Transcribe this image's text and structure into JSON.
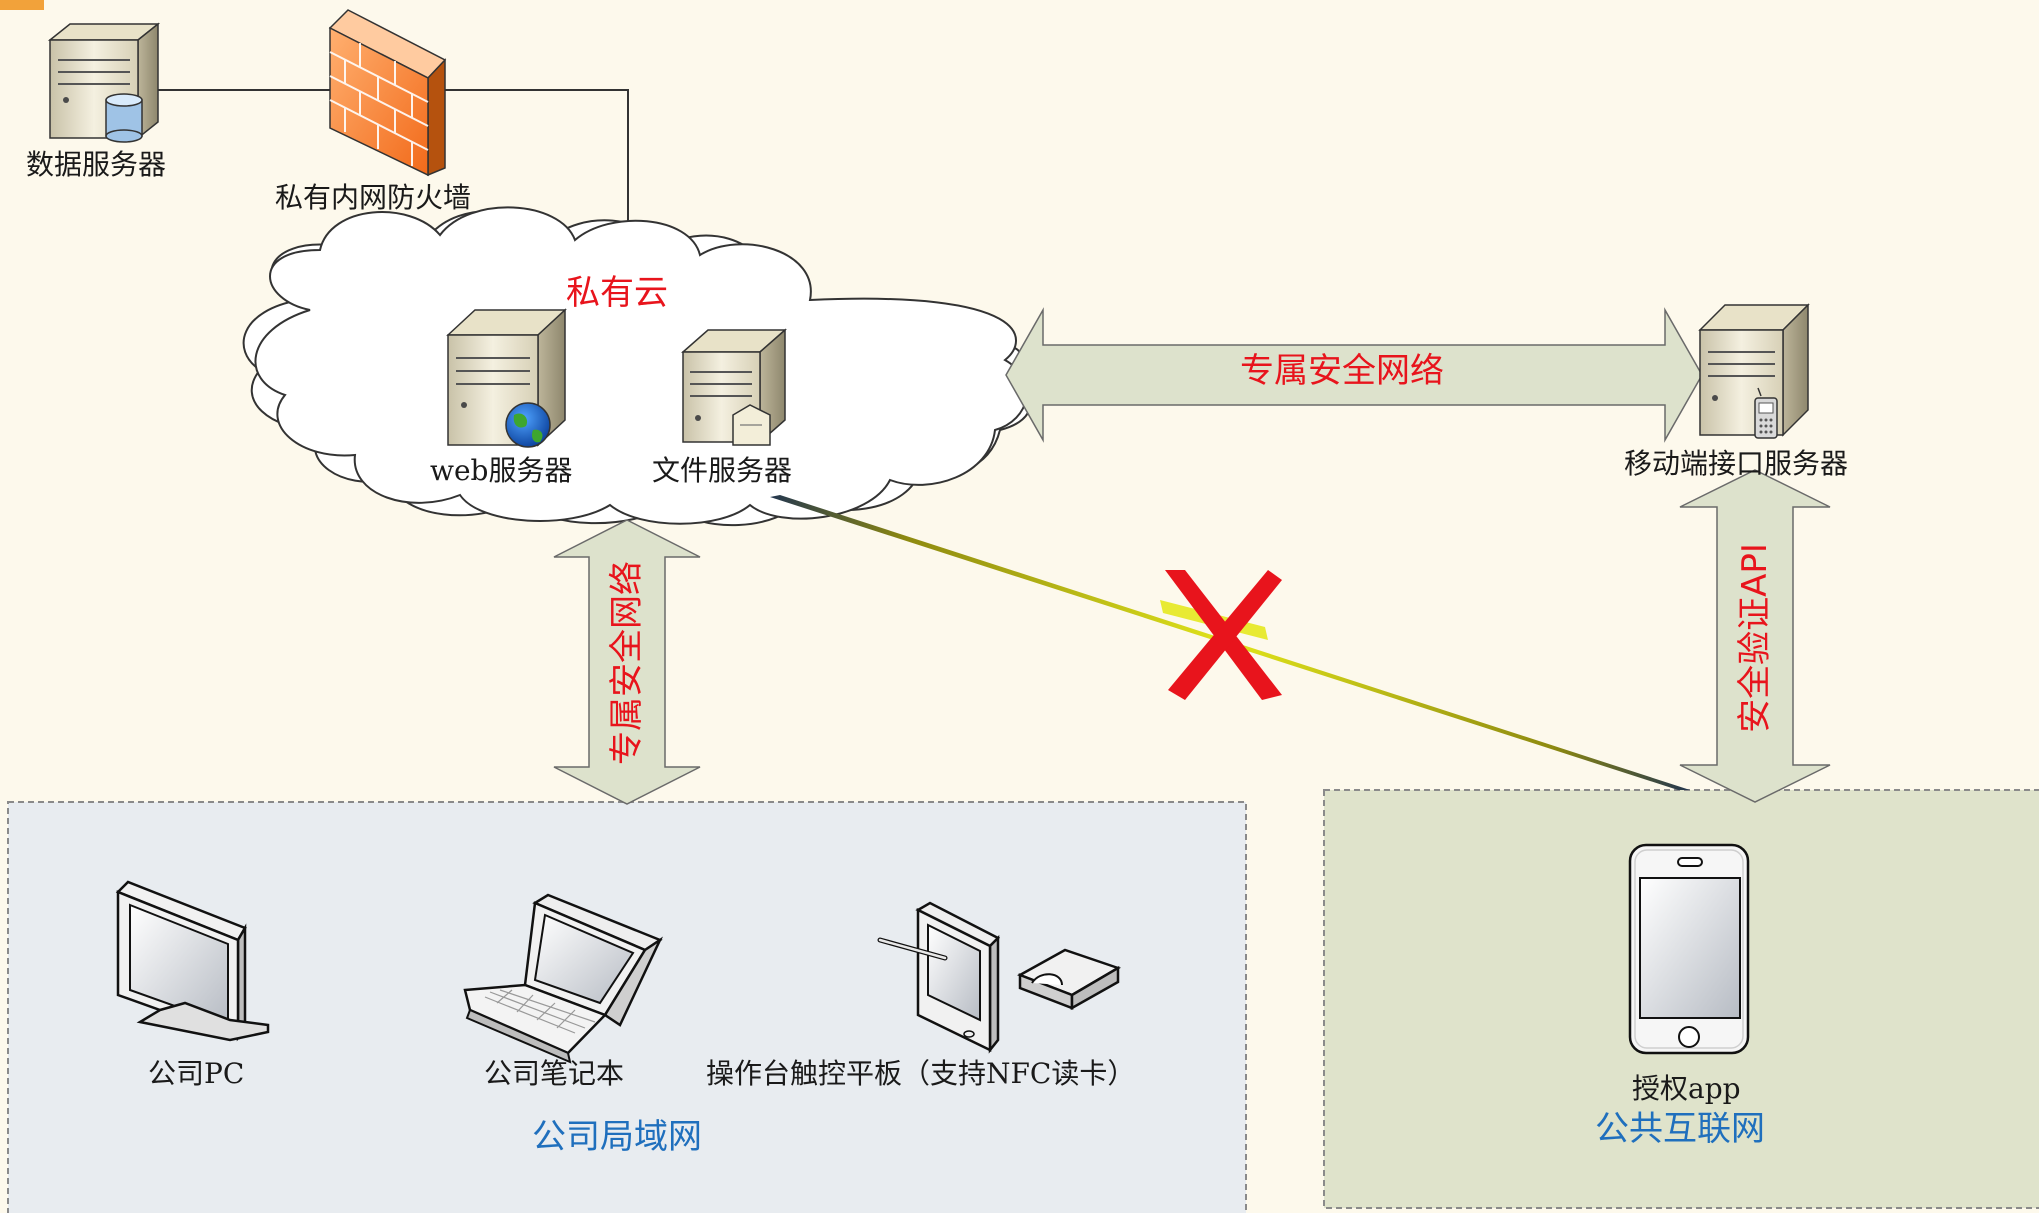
{
  "labels": {
    "data_server": "数据服务器",
    "firewall": "私有内网防火墙",
    "private_cloud": "私有云",
    "web_server": "web服务器",
    "file_server": "文件服务器",
    "mobile_server": "移动端接口服务器",
    "exclusive_network_h": "专属安全网络",
    "exclusive_network_v": "专属安全网络",
    "security_api": "安全验证API",
    "company_pc": "公司PC",
    "company_laptop": "公司笔记本",
    "console_tablet": "操作台触控平板（支持NFC读卡）",
    "company_lan": "公司局域网",
    "auth_app": "授权app",
    "public_internet": "公共互联网"
  },
  "colors": {
    "background": "#fdf9ec",
    "lan_zone": "#e8ecf0",
    "internet_zone": "#dfe3cb",
    "arrow_fill": "#dde2cc",
    "label_red": "#e8141c",
    "label_blue": "#1f6fbd",
    "cross": "#e8141c",
    "blocked_link": "#c8cc10"
  },
  "icons": [
    "server-icon",
    "database-icon",
    "firewall-icon",
    "globe-icon",
    "folder-icon",
    "phone-icon",
    "monitor-icon",
    "laptop-icon",
    "tablet-icon",
    "stylus-icon",
    "nfc-reader-icon",
    "smartphone-icon",
    "cross-icon"
  ]
}
